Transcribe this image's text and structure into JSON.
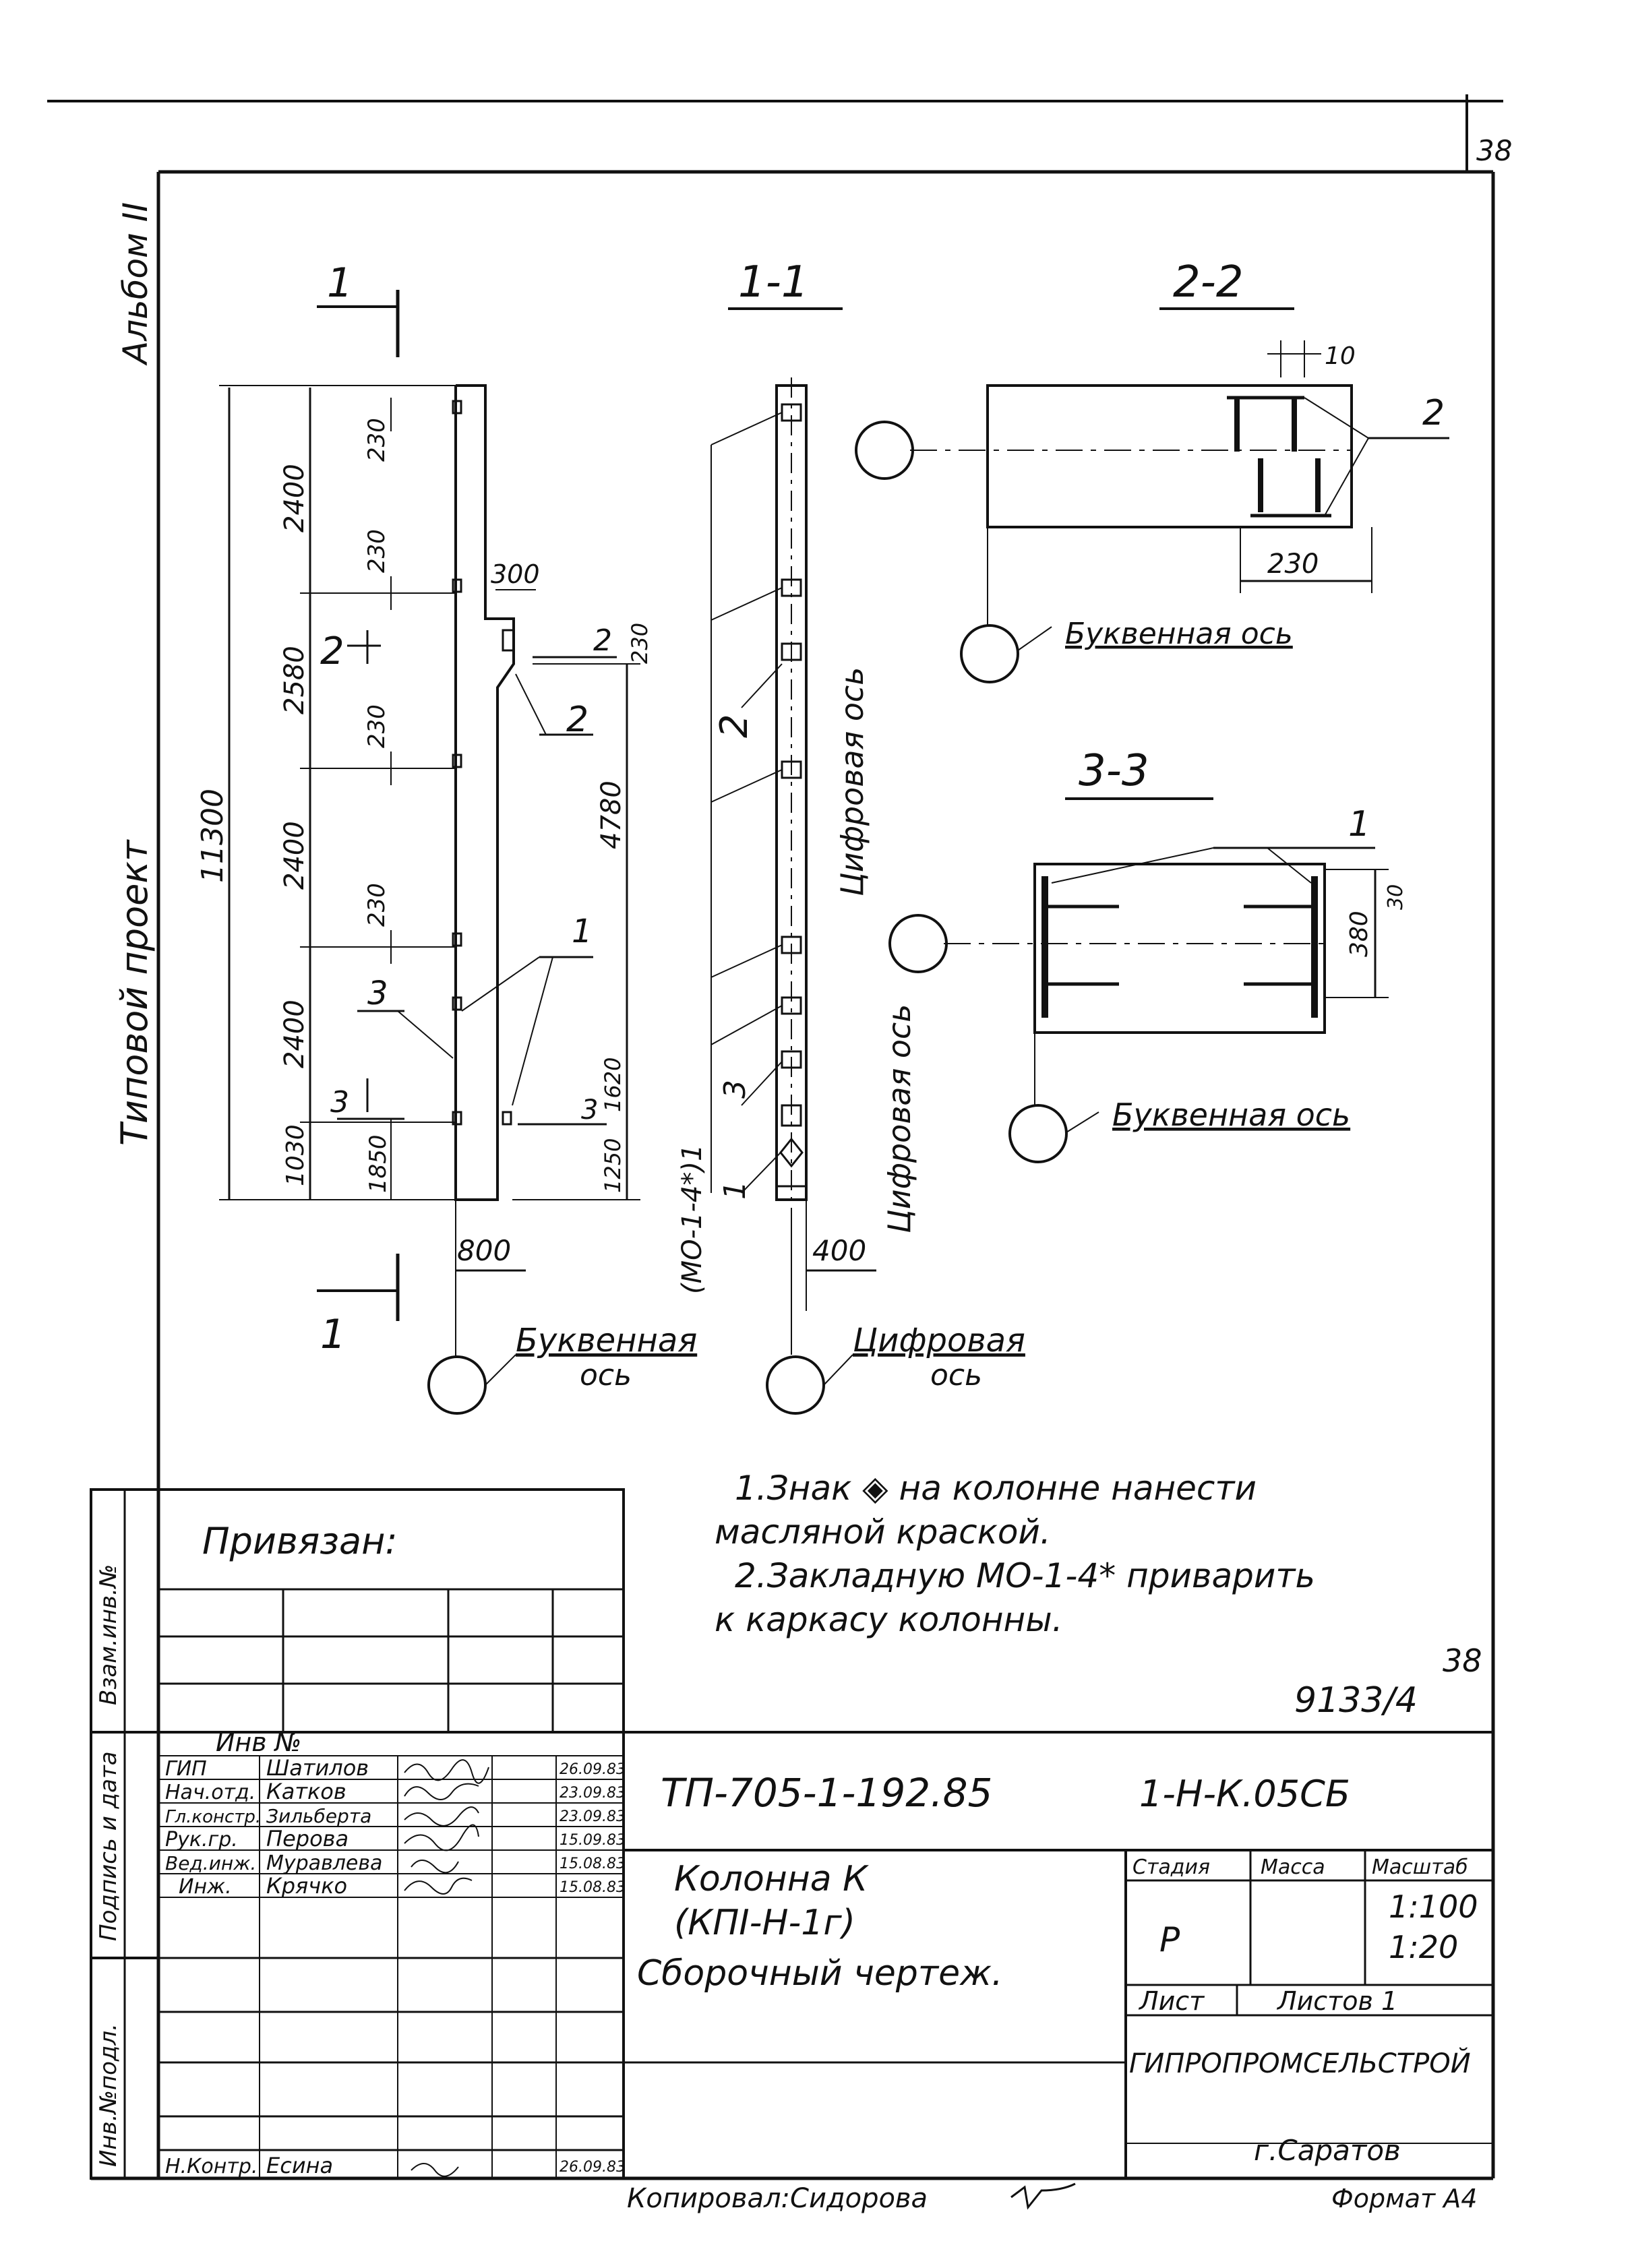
{
  "sheet": {
    "page_number": "38",
    "corner_number": "38",
    "album_label": "Альбом II",
    "project_label": "Типовой проект"
  },
  "sections": {
    "s1_mark": "1",
    "s11_title": "1-1",
    "s22_title": "2-2",
    "s33_title": "3-3",
    "cut_mark_2": "2",
    "cut_mark_3": "3"
  },
  "dimensions": {
    "total_height": "11300",
    "segments": [
      "2400",
      "2580",
      "2400",
      "2400",
      "1030"
    ],
    "openings": [
      "230",
      "230",
      "230",
      "230"
    ],
    "d1850": "1850",
    "d300": "300",
    "d4780": "4780",
    "d230_right": "230",
    "d1620": "1620",
    "d1250": "1250",
    "d800": "800",
    "d400": "400",
    "d10": "10",
    "d230_s22": "230",
    "d380": "380",
    "d30": "30"
  },
  "callouts": {
    "c1": "1",
    "c2": "2",
    "c3": "3",
    "embed": "(МО-1-4*)1"
  },
  "axes": {
    "letter_axis": "Буквенная",
    "axis_word": "ось",
    "digit_axis": "Цифровая",
    "letter_axis_full": "Буквенная ось",
    "digit_axis_full": "Цифровая ось"
  },
  "notes": [
    "1.Знак ◈ на колонне нанести",
    "масляной краской.",
    "2.Закладную МО-1-4* приварить",
    "к каркасу колонны."
  ],
  "ref_number": "9133/4",
  "ref_sheet": "38",
  "bound_block": {
    "title": "Привязан:",
    "side_labels": [
      "Взам.инв.№",
      "Подпись и дата",
      "Инв.№подл."
    ]
  },
  "title_block": {
    "inv_label": "Инв №",
    "staff": [
      {
        "role": "ГИП",
        "name": "Шатилов",
        "date": "26.09.83"
      },
      {
        "role": "Нач.отд.",
        "name": "Катков",
        "date": "23.09.83"
      },
      {
        "role": "Гл.констр.",
        "name": "Зильберта",
        "date": "23.09.83"
      },
      {
        "role": "Рук.гр.",
        "name": "Перова",
        "date": "15.09.83"
      },
      {
        "role": "Вед.инж.",
        "name": "Муравлева",
        "date": "15.08.83"
      },
      {
        "role": "Инж.",
        "name": "Крячко",
        "date": "15.08.83"
      },
      {
        "role": "Н.Контр.",
        "name": "Есина",
        "date": "26.09.83"
      }
    ],
    "project_code": "ТП-705-1-192.85",
    "drawing_code": "1-Н-К.05СБ",
    "title_lines": [
      "Колонна К",
      "(КПI-Н-1г)",
      "Сборочный чертеж."
    ],
    "stage_label": "Стадия",
    "mass_label": "Масса",
    "scale_label": "Масштаб",
    "stage": "Р",
    "scale_1": "1:100",
    "scale_2": "1:20",
    "sheet_label": "Лист",
    "sheets_label": "Листов 1",
    "org": "ГИПРОПРОМСЕЛЬСТРОЙ",
    "city": "г.Саратов"
  },
  "footer": {
    "copied": "Копировал:Сидорова",
    "format": "Формат А4"
  }
}
